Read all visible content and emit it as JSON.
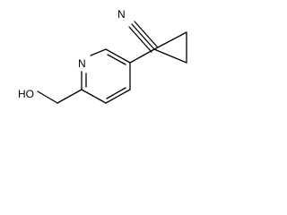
{
  "structure": {
    "atoms": {
      "nitrile_n": "N",
      "ring_n": "N",
      "hydroxyl": "HO"
    },
    "colors": {
      "bond": "#000000",
      "background": "#ffffff"
    }
  }
}
